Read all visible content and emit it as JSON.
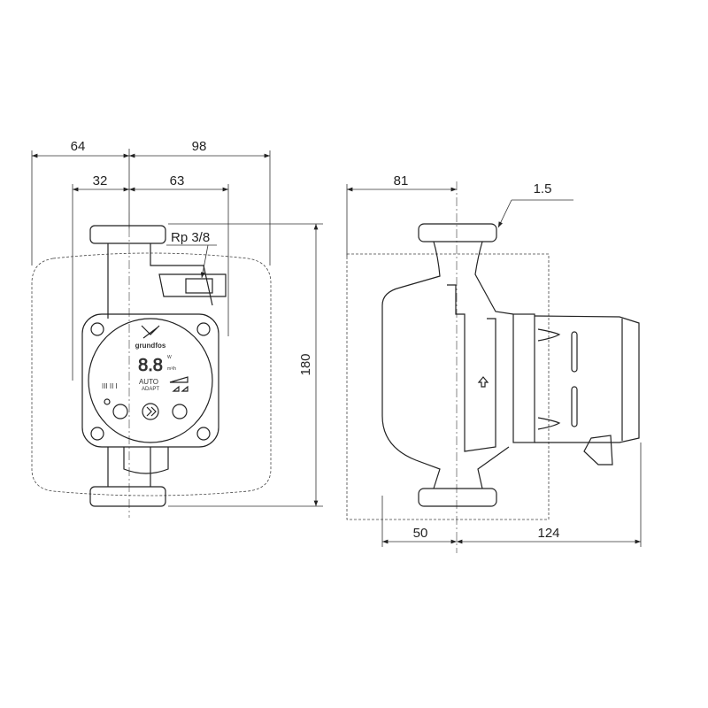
{
  "front_view": {
    "dims": {
      "total_left": "64",
      "total_right": "98",
      "inner_left": "32",
      "inner_right": "63",
      "height": "180"
    },
    "thread_label": "Rp 3/8",
    "control_panel": {
      "brand_logo": "grundfos",
      "display": "8.8",
      "unit_power": "W",
      "unit_flow": "m³/h",
      "mode_label_1": "AUTO",
      "mode_label_2": "ADAPT",
      "speed_marks": "III  II  I"
    }
  },
  "side_view": {
    "dims": {
      "top": "81",
      "bottom_left": "50",
      "bottom_right": "124"
    },
    "tolerance_label": "1.5"
  }
}
